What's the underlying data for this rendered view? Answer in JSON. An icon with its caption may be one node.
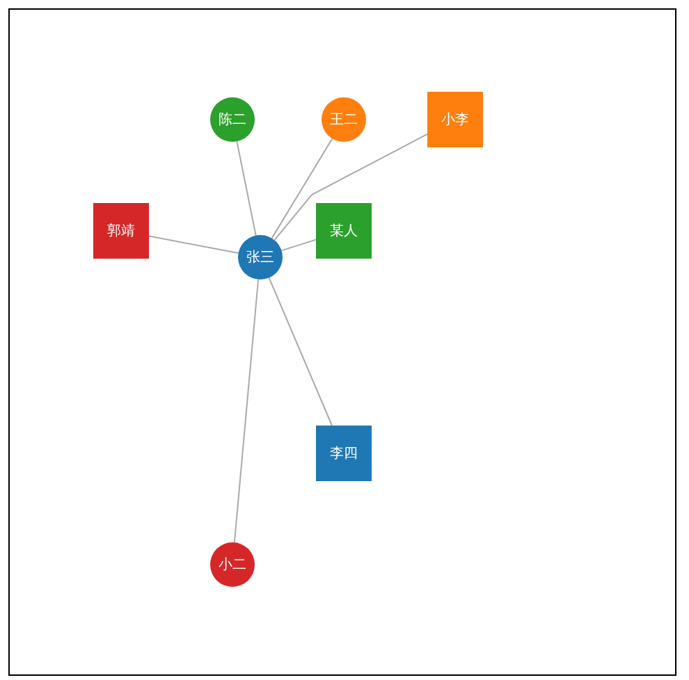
{
  "diagram": {
    "nodes": [
      {
        "text": [
          "张三"
        ]
      },
      {
        "text": [
          "陈二"
        ]
      },
      {
        "text": [
          "王二"
        ]
      },
      {
        "text": [
          "小李"
        ]
      },
      {
        "text": [
          "郭靖"
        ]
      },
      {
        "text": [
          "某人"
        ]
      },
      {
        "text": [
          "李四"
        ]
      },
      {
        "text": [
          "小二"
        ]
      }
    ],
    "edges": [
      {
        "from": 0,
        "to": 1,
        "arrow": "none"
      },
      {
        "from": 0,
        "to": 2,
        "arrow": "none"
      },
      {
        "from": 0,
        "to": 3,
        "arrow": "none"
      },
      {
        "from": 0,
        "to": 4,
        "arrow": "none"
      },
      {
        "from": 0,
        "to": 5,
        "arrow": "none"
      },
      {
        "from": 0,
        "to": 6,
        "arrow": "none"
      },
      {
        "from": 0,
        "to": 7,
        "arrow": "none"
      }
    ]
  }
}
